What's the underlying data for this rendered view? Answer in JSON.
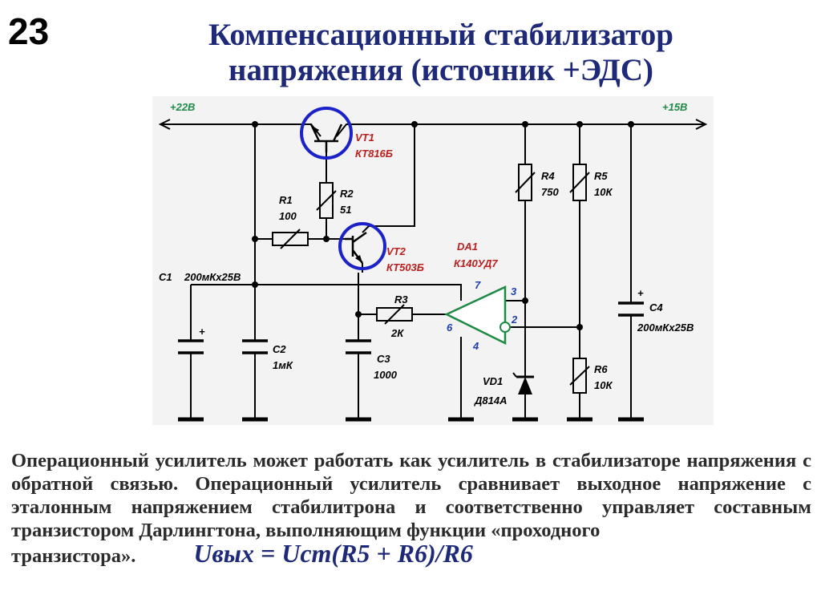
{
  "slide": {
    "number": "23"
  },
  "title": {
    "line1": "Компенсационный стабилизатор",
    "line2": "напряжения (источник +ЭДС)"
  },
  "colors": {
    "title": "#1e2a78",
    "highlight_circle": "#1a22c8",
    "opamp": "#1f8a45",
    "voltage_label": "#1f8a45",
    "ref_label": "#b82020",
    "pin_label": "#1e3fae",
    "schematic_bg": "#f3f3f3"
  },
  "schematic": {
    "input_voltage": "+22В",
    "output_voltage": "+15В",
    "VT1": {
      "ref": "VT1",
      "value": "КТ816Б"
    },
    "VT2": {
      "ref": "VT2",
      "value": "КТ503Б"
    },
    "R1": {
      "ref": "R1",
      "value": "100"
    },
    "R2": {
      "ref": "R2",
      "value": "51"
    },
    "R3": {
      "ref": "R3",
      "value": "2К"
    },
    "R4": {
      "ref": "R4",
      "value": "750"
    },
    "R5": {
      "ref": "R5",
      "value": "10К"
    },
    "R6": {
      "ref": "R6",
      "value": "10К"
    },
    "C1": {
      "ref": "C1",
      "value": "200мКх25В"
    },
    "C2": {
      "ref": "C2",
      "value": "1мК"
    },
    "C3": {
      "ref": "C3",
      "value": "1000"
    },
    "C4": {
      "ref": "C4",
      "value": "200мКх25В"
    },
    "DA1": {
      "ref": "DA1",
      "value": "К140УД7"
    },
    "VD1": {
      "ref": "VD1",
      "value": "Д814А"
    },
    "opamp_pins": {
      "p7": "7",
      "p3": "3",
      "p2": "2",
      "p6": "6",
      "p4": "4"
    },
    "cap_plus": "+"
  },
  "description": {
    "text": "Операционный усилитель может работать как усилитель в стабилизаторе напряжения с обратной связью. Операционный усилитель сравнивает выходное напряжение с эталонным напряжением стабилитрона и соответственно управляет составным транзистором Дарлингтона, выполняющим функции «проходного",
    "last_line": "транзистора».",
    "formula": "Uвых = Uст(R5 + R6)/R6"
  }
}
